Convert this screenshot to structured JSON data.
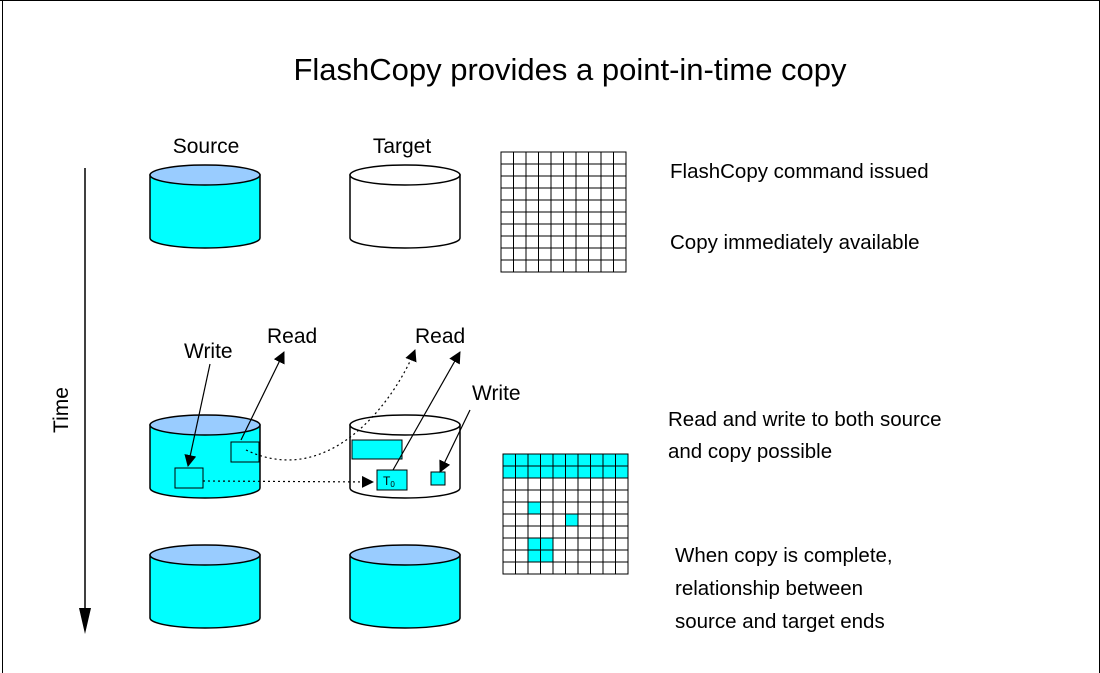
{
  "title": "FlashCopy provides a point-in-time copy",
  "colors": {
    "cyan_fill": "#00ffff",
    "cyan_top": "#99ccff",
    "stroke": "#000000",
    "background": "#ffffff"
  },
  "columns": {
    "source": "Source",
    "target": "Target"
  },
  "axis": {
    "label": "Time"
  },
  "operations": {
    "write_source": "Write",
    "read_source": "Read",
    "read_target": "Read",
    "write_target": "Write",
    "t0_label": "T0"
  },
  "steps": [
    {
      "lines": [
        "FlashCopy command issued"
      ]
    },
    {
      "lines": [
        "Copy immediately available"
      ]
    },
    {
      "lines": [
        "Read and write to both source",
        "and copy possible"
      ]
    },
    {
      "lines": [
        "When copy is complete,",
        "relationship between",
        "source and target ends"
      ]
    }
  ],
  "bitmap_state2_filled_cells": [
    [
      0,
      0
    ],
    [
      0,
      1
    ],
    [
      0,
      2
    ],
    [
      0,
      3
    ],
    [
      0,
      4
    ],
    [
      0,
      5
    ],
    [
      0,
      6
    ],
    [
      0,
      7
    ],
    [
      0,
      8
    ],
    [
      0,
      9
    ],
    [
      1,
      0
    ],
    [
      1,
      1
    ],
    [
      1,
      2
    ],
    [
      1,
      3
    ],
    [
      1,
      4
    ],
    [
      1,
      5
    ],
    [
      1,
      6
    ],
    [
      1,
      7
    ],
    [
      1,
      8
    ],
    [
      1,
      9
    ],
    [
      4,
      2
    ],
    [
      5,
      5
    ],
    [
      7,
      2
    ],
    [
      7,
      3
    ],
    [
      8,
      2
    ],
    [
      8,
      3
    ]
  ]
}
